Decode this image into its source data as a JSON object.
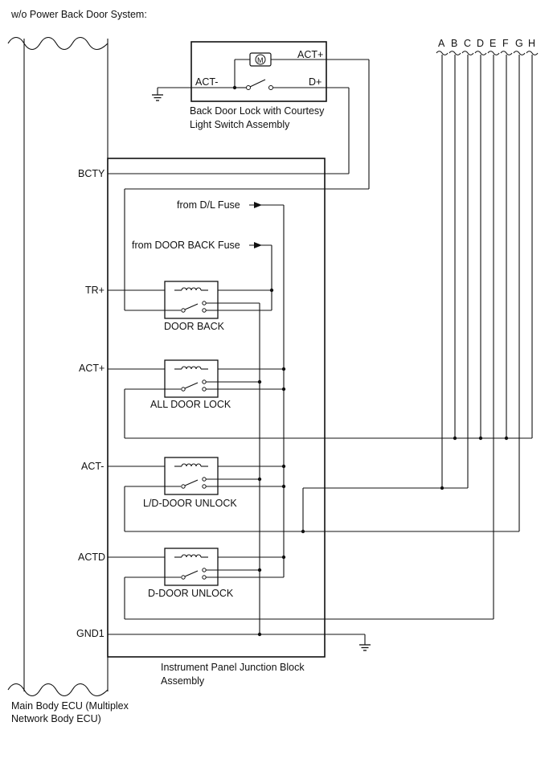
{
  "header": "w/o Power Back Door System:",
  "components": {
    "main_ecu": "Main Body ECU (Multiplex Network Body ECU)",
    "main_ecu_lines": [
      "Main Body ECU (Multiplex",
      "Network Body ECU)"
    ],
    "back_door_lock": "Back Door Lock with Courtesy Light Switch Assembly",
    "back_door_lock_lines": [
      "Back Door Lock with Courtesy",
      "Light Switch Assembly"
    ],
    "junction_block": "Instrument Panel Junction Block Assembly",
    "junction_block_lines": [
      "Instrument Panel Junction Block",
      "Assembly"
    ],
    "motor_symbol": "M"
  },
  "lock_terminals": {
    "act_minus": "ACT-",
    "act_plus": "ACT+",
    "d_plus": "D+"
  },
  "ecu_terminals": [
    "BCTY",
    "TR+",
    "ACT+",
    "ACT-",
    "ACTD",
    "GND1"
  ],
  "fuse_feeds": [
    "from D/L Fuse",
    "from DOOR BACK Fuse"
  ],
  "relays": [
    "DOOR BACK",
    "ALL DOOR LOCK",
    "L/D-DOOR UNLOCK",
    "D-DOOR UNLOCK"
  ],
  "connectors": [
    "A",
    "B",
    "C",
    "D",
    "E",
    "F",
    "G",
    "H"
  ],
  "colors": {
    "line": "#111111",
    "background": "#ffffff"
  }
}
